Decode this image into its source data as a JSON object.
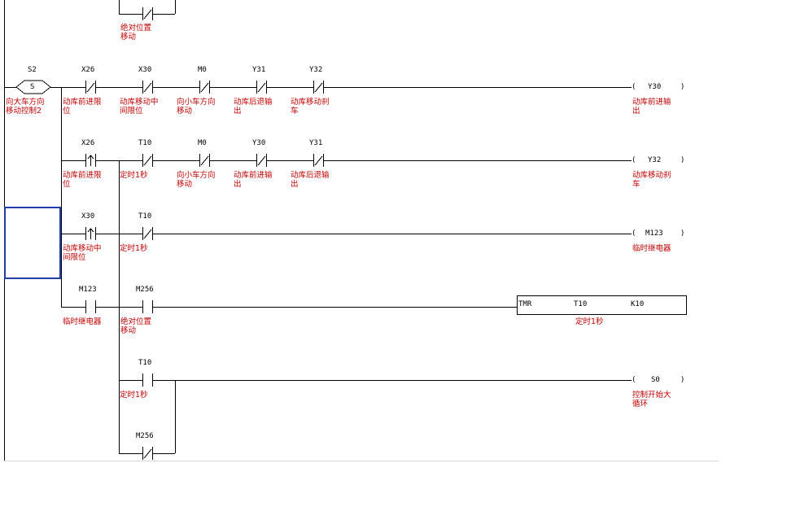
{
  "top_fragment": {
    "comment": "绝对位置\n移动"
  },
  "rung1": {
    "step": {
      "label": "S2",
      "symbol": "S",
      "comment": "向大车方向\n移动控制2"
    },
    "contacts": [
      {
        "addr": "X26",
        "comment": "动库前进限\n位"
      },
      {
        "addr": "X30",
        "comment": "动库移动中\n间限位"
      },
      {
        "addr": "M0",
        "comment": "向小车方向\n移动"
      },
      {
        "addr": "Y31",
        "comment": "动库后退输\n出"
      },
      {
        "addr": "Y32",
        "comment": "动库移动刹\n车"
      }
    ],
    "coil": {
      "open": "(",
      "addr": "Y30",
      "close": ")",
      "comment": "动库前进输\n出"
    }
  },
  "rung2": {
    "contacts": [
      {
        "addr": "X26",
        "comment": "动库前进限\n位"
      },
      {
        "addr": "T10",
        "comment": "定时1秒"
      },
      {
        "addr": "M0",
        "comment": "向小车方向\n移动"
      },
      {
        "addr": "Y30",
        "comment": "动库前进输\n出"
      },
      {
        "addr": "Y31",
        "comment": "动库后退输\n出"
      }
    ],
    "coil": {
      "open": "(",
      "addr": "Y32",
      "close": ")",
      "comment": "动库移动刹\n车"
    }
  },
  "rung3": {
    "contacts": [
      {
        "addr": "X30",
        "comment": "动库移动中\n间限位"
      },
      {
        "addr": "T10",
        "comment": "定时1秒"
      }
    ],
    "coil": {
      "open": "(",
      "addr": "M123",
      "close": ")",
      "comment": "临时继电器"
    }
  },
  "rung4": {
    "contacts": [
      {
        "addr": "M123",
        "comment": "临时继电器"
      },
      {
        "addr": "M256",
        "comment": "绝对位置\n移动"
      }
    ],
    "timer": {
      "instr": "TMR",
      "addr": "T10",
      "preset": "K10",
      "comment": "定时1秒"
    }
  },
  "rung5": {
    "contacts": [
      {
        "addr": "T10",
        "comment": "定时1秒"
      },
      {
        "addr": "M256",
        "comment": ""
      }
    ],
    "coil": {
      "open": "(",
      "addr": "S0",
      "close": ")",
      "comment": "控制开始大\n循环"
    }
  },
  "colors": {
    "line": "#000000",
    "comment": "#c00000",
    "cursor": "#1f3fa8"
  }
}
